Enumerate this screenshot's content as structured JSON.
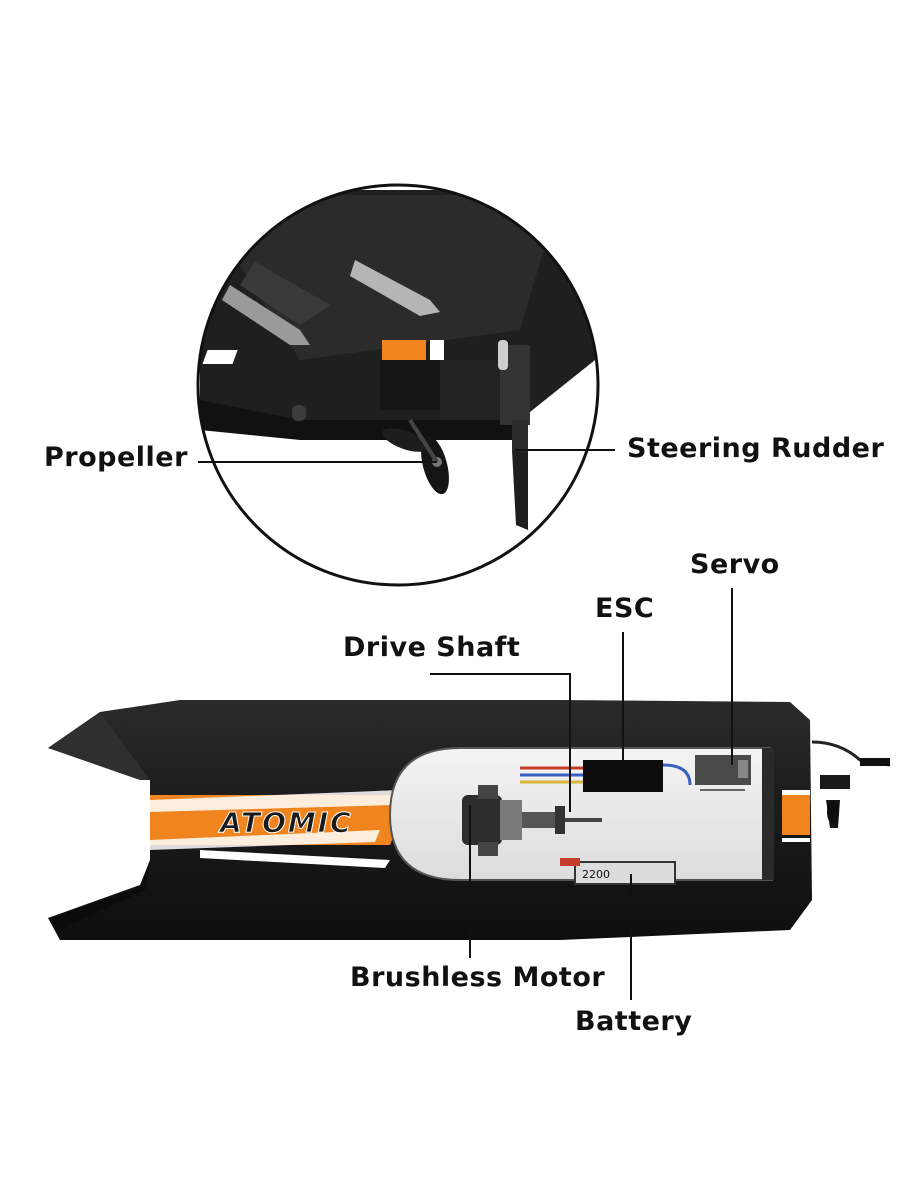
{
  "labels": {
    "propeller": "Propeller",
    "steering_rudder": "Steering Rudder",
    "servo": "Servo",
    "esc": "ESC",
    "drive_shaft": "Drive Shaft",
    "brushless_motor": "Brushless Motor",
    "battery": "Battery"
  },
  "hull_brand": "ATOMIC",
  "battery_capacity": "2200",
  "colors": {
    "hull": "#1b1b1b",
    "accent": "#f0841f",
    "leader_line": "#111111",
    "background": "#ffffff"
  }
}
